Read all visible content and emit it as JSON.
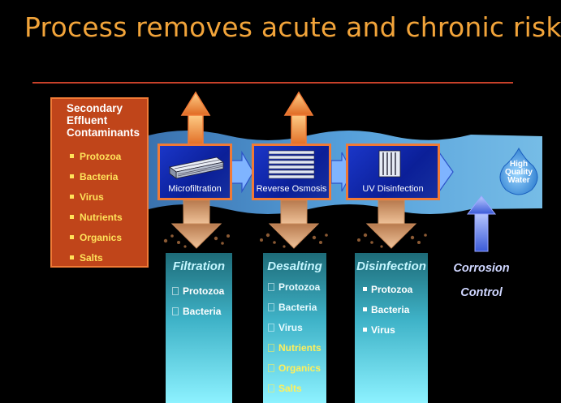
{
  "title": "Process removes acute and chronic risks",
  "contaminants": {
    "title_lines": [
      "Secondary",
      "Effluent",
      "Contaminants"
    ],
    "items": [
      "Protozoa",
      "Bacteria",
      "Virus",
      "Nutrients",
      "Organics",
      "Salts"
    ]
  },
  "processes": [
    {
      "label": "Microfiltration"
    },
    {
      "label": "Reverse Osmosis"
    },
    {
      "label": "UV Disinfection"
    }
  ],
  "output": {
    "lines": [
      "High",
      "Quality",
      "Water"
    ]
  },
  "stages": [
    {
      "title": "Filtration",
      "items": [
        "Protozoa",
        "Bacteria"
      ]
    },
    {
      "title": "Desalting",
      "items": [
        "Protozoa",
        "Bacteria",
        "Virus",
        "Nutrients",
        "Organics",
        "Salts"
      ]
    },
    {
      "title": "Disinfection",
      "items": [
        "Protozoa",
        "Bacteria",
        "Virus"
      ]
    }
  ],
  "corrosion": {
    "lines": [
      "Corrosion",
      "Control"
    ]
  },
  "colors": {
    "title": "#f2a43a",
    "rule": "#c8412a",
    "contaminant_box": "#c0451a",
    "contaminant_text": "#ffe25a",
    "process_border": "#f07a36",
    "process_fill": "#0b1f98",
    "stream": "#4aa6e8"
  }
}
